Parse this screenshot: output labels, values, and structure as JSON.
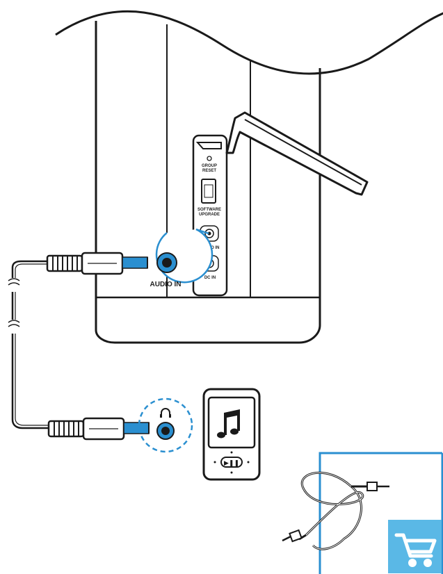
{
  "speaker_panel": {
    "group_reset_label_1": "GROUP",
    "group_reset_label_2": "RESET",
    "software_upgrade_label_1": "SOFTWARE",
    "software_upgrade_label_2": "UPGRADE",
    "audio_in_small_label": "AUDIO IN",
    "dc_in_label": "DC IN"
  },
  "callout": {
    "audio_in_label": "AUDIO IN"
  },
  "player": {
    "icon": "music-note-icon",
    "play_pause_glyph": "▶❚❚"
  },
  "product_inset": {
    "cart_icon": "shopping-cart-icon"
  },
  "colors": {
    "accent_blue": "#2a8fd0",
    "line": "#1a1a1a",
    "cart_bg": "#5ab8e6"
  }
}
